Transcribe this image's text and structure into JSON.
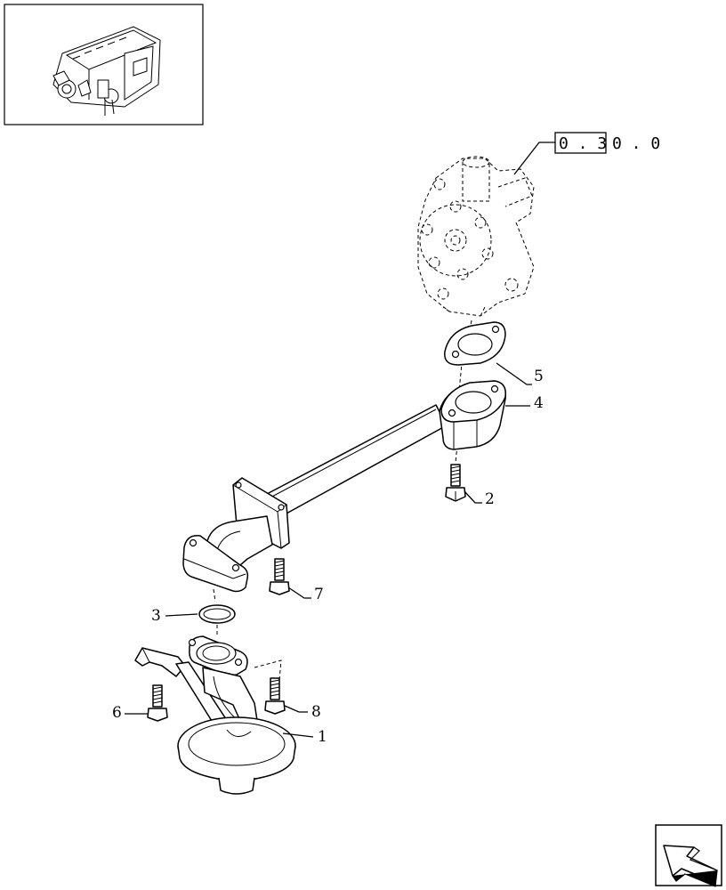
{
  "reference": {
    "boxed": "0 . 3",
    "rest": "0 . 0"
  },
  "callouts": [
    {
      "id": "1",
      "label": "1"
    },
    {
      "id": "2",
      "label": "2"
    },
    {
      "id": "3",
      "label": "3"
    },
    {
      "id": "4",
      "label": "4"
    },
    {
      "id": "5",
      "label": "5"
    },
    {
      "id": "6",
      "label": "6"
    },
    {
      "id": "7",
      "label": "7"
    },
    {
      "id": "8",
      "label": "8"
    }
  ],
  "icons": {
    "thumbnail": "engine-thumbnail-icon",
    "navigation": "navigation-arrow-icon"
  }
}
